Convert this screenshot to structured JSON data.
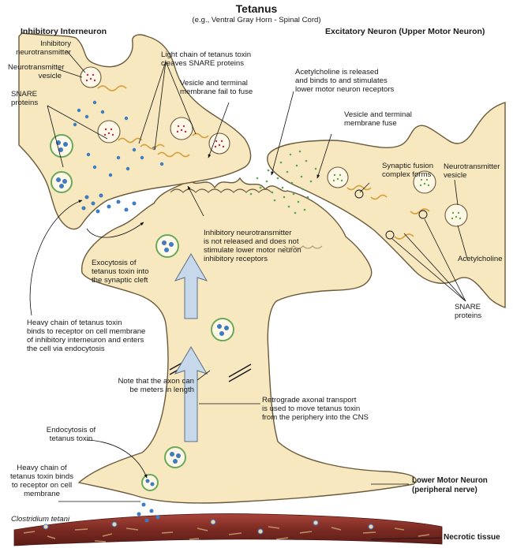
{
  "title": "Tetanus",
  "subtitle": "(e.g., Ventral Gray Horn - Spinal Cord)",
  "neurons": {
    "inhibitory": "Inhibitory Interneuron",
    "excitatory": "Excitatory Neuron (Upper Motor Neuron)",
    "lower_motor": "Lower Motor Neuron\n(peripheral nerve)",
    "necrotic": "Necrotic tissue",
    "bacterium": "Clostridium tetani"
  },
  "labels": {
    "inhib_nt": "Inhibitory\nneurotransmitter",
    "nt_vesicle_left": "Neurotransmitter\nvesicle",
    "snare_left": "SNARE\nproteins",
    "light_chain": "Light chain of tetanus toxin\ncleaves SNARE proteins",
    "fail_fuse": "Vesicle and terminal\nmembrane fail to fuse",
    "ach_released": "Acetylcholine is released\nand binds to and stimulates\nlower motor neuron receptors",
    "vesicle_fuse": "Vesicle and terminal\nmembrane fuse",
    "synaptic_fusion": "Synaptic fusion\ncomplex forms",
    "nt_vesicle_right": "Neurotransmitter\nvesicle",
    "acetylcholine": "Acetylcholine",
    "snare_right": "SNARE\nproteins",
    "exocytosis": "Exocytosis of\ntetanus toxin into\nthe synaptic cleft",
    "not_released": "Inhibitory neurotransmitter\nis not released and does not\nstimulate lower motor neuron\ninhibitory receptors",
    "heavy_chain_endo": "Heavy chain of tetanus toxin\nbinds to receptor on cell membrane\nof inhibitory interneuron and enters\nthe cell via endocytosis",
    "axon_length": "Note that the axon can\nbe meters in length",
    "retrograde": "Retrograde axonal transport\nis used to move tetanus toxin\nfrom the periphery into the CNS",
    "endocytosis": "Endocytosis of\ntetanus toxin",
    "heavy_chain_bind": "Heavy chain of\ntetanus toxin binds\nto receptor on cell\nmembrane"
  },
  "colors": {
    "cell_fill": "#f7e8bf",
    "cell_edge": "#6b5a3a",
    "toxin_blue": "#3f7bc0",
    "snare_orange": "#d9a040",
    "vesicle_green": "#6aa85a",
    "nt_red": "#b0305a",
    "ach_green": "#5aa850",
    "arrow_blue": "#b9cde4",
    "tissue_red": "#7a2a22"
  }
}
